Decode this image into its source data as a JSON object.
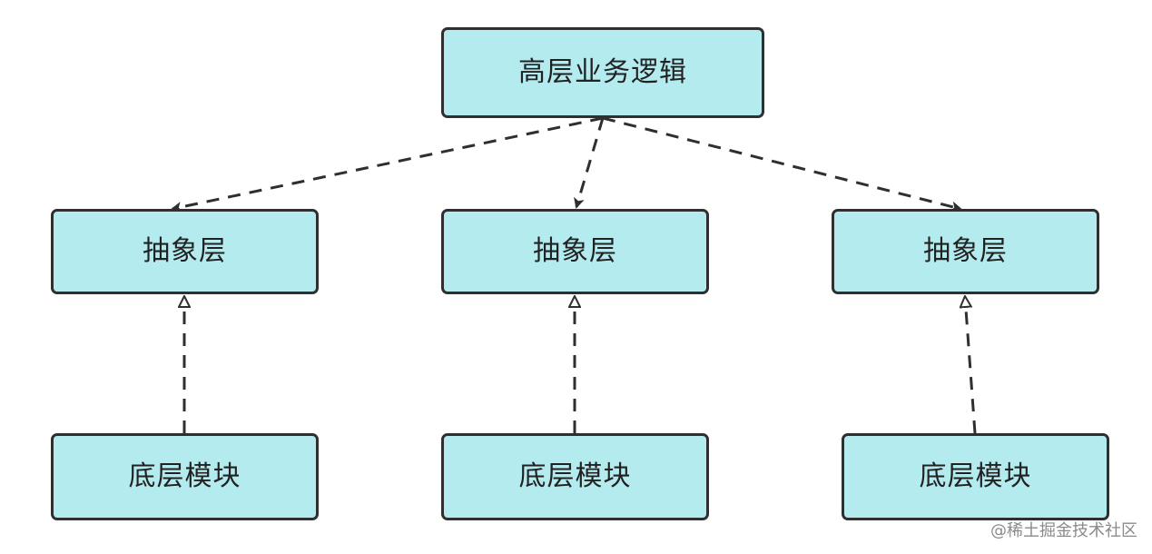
{
  "diagram": {
    "top": {
      "label": "高层业务逻辑"
    },
    "abstractions": [
      {
        "label": "抽象层"
      },
      {
        "label": "抽象层"
      },
      {
        "label": "抽象层"
      }
    ],
    "modules": [
      {
        "label": "底层模块"
      },
      {
        "label": "底层模块"
      },
      {
        "label": "底层模块"
      }
    ],
    "colors": {
      "node_fill": "#b4ebef",
      "node_border": "#2f2f2f",
      "edge": "#2f2f2f",
      "text": "#222222"
    }
  },
  "watermark": {
    "text": "@稀土掘金技术社区"
  }
}
